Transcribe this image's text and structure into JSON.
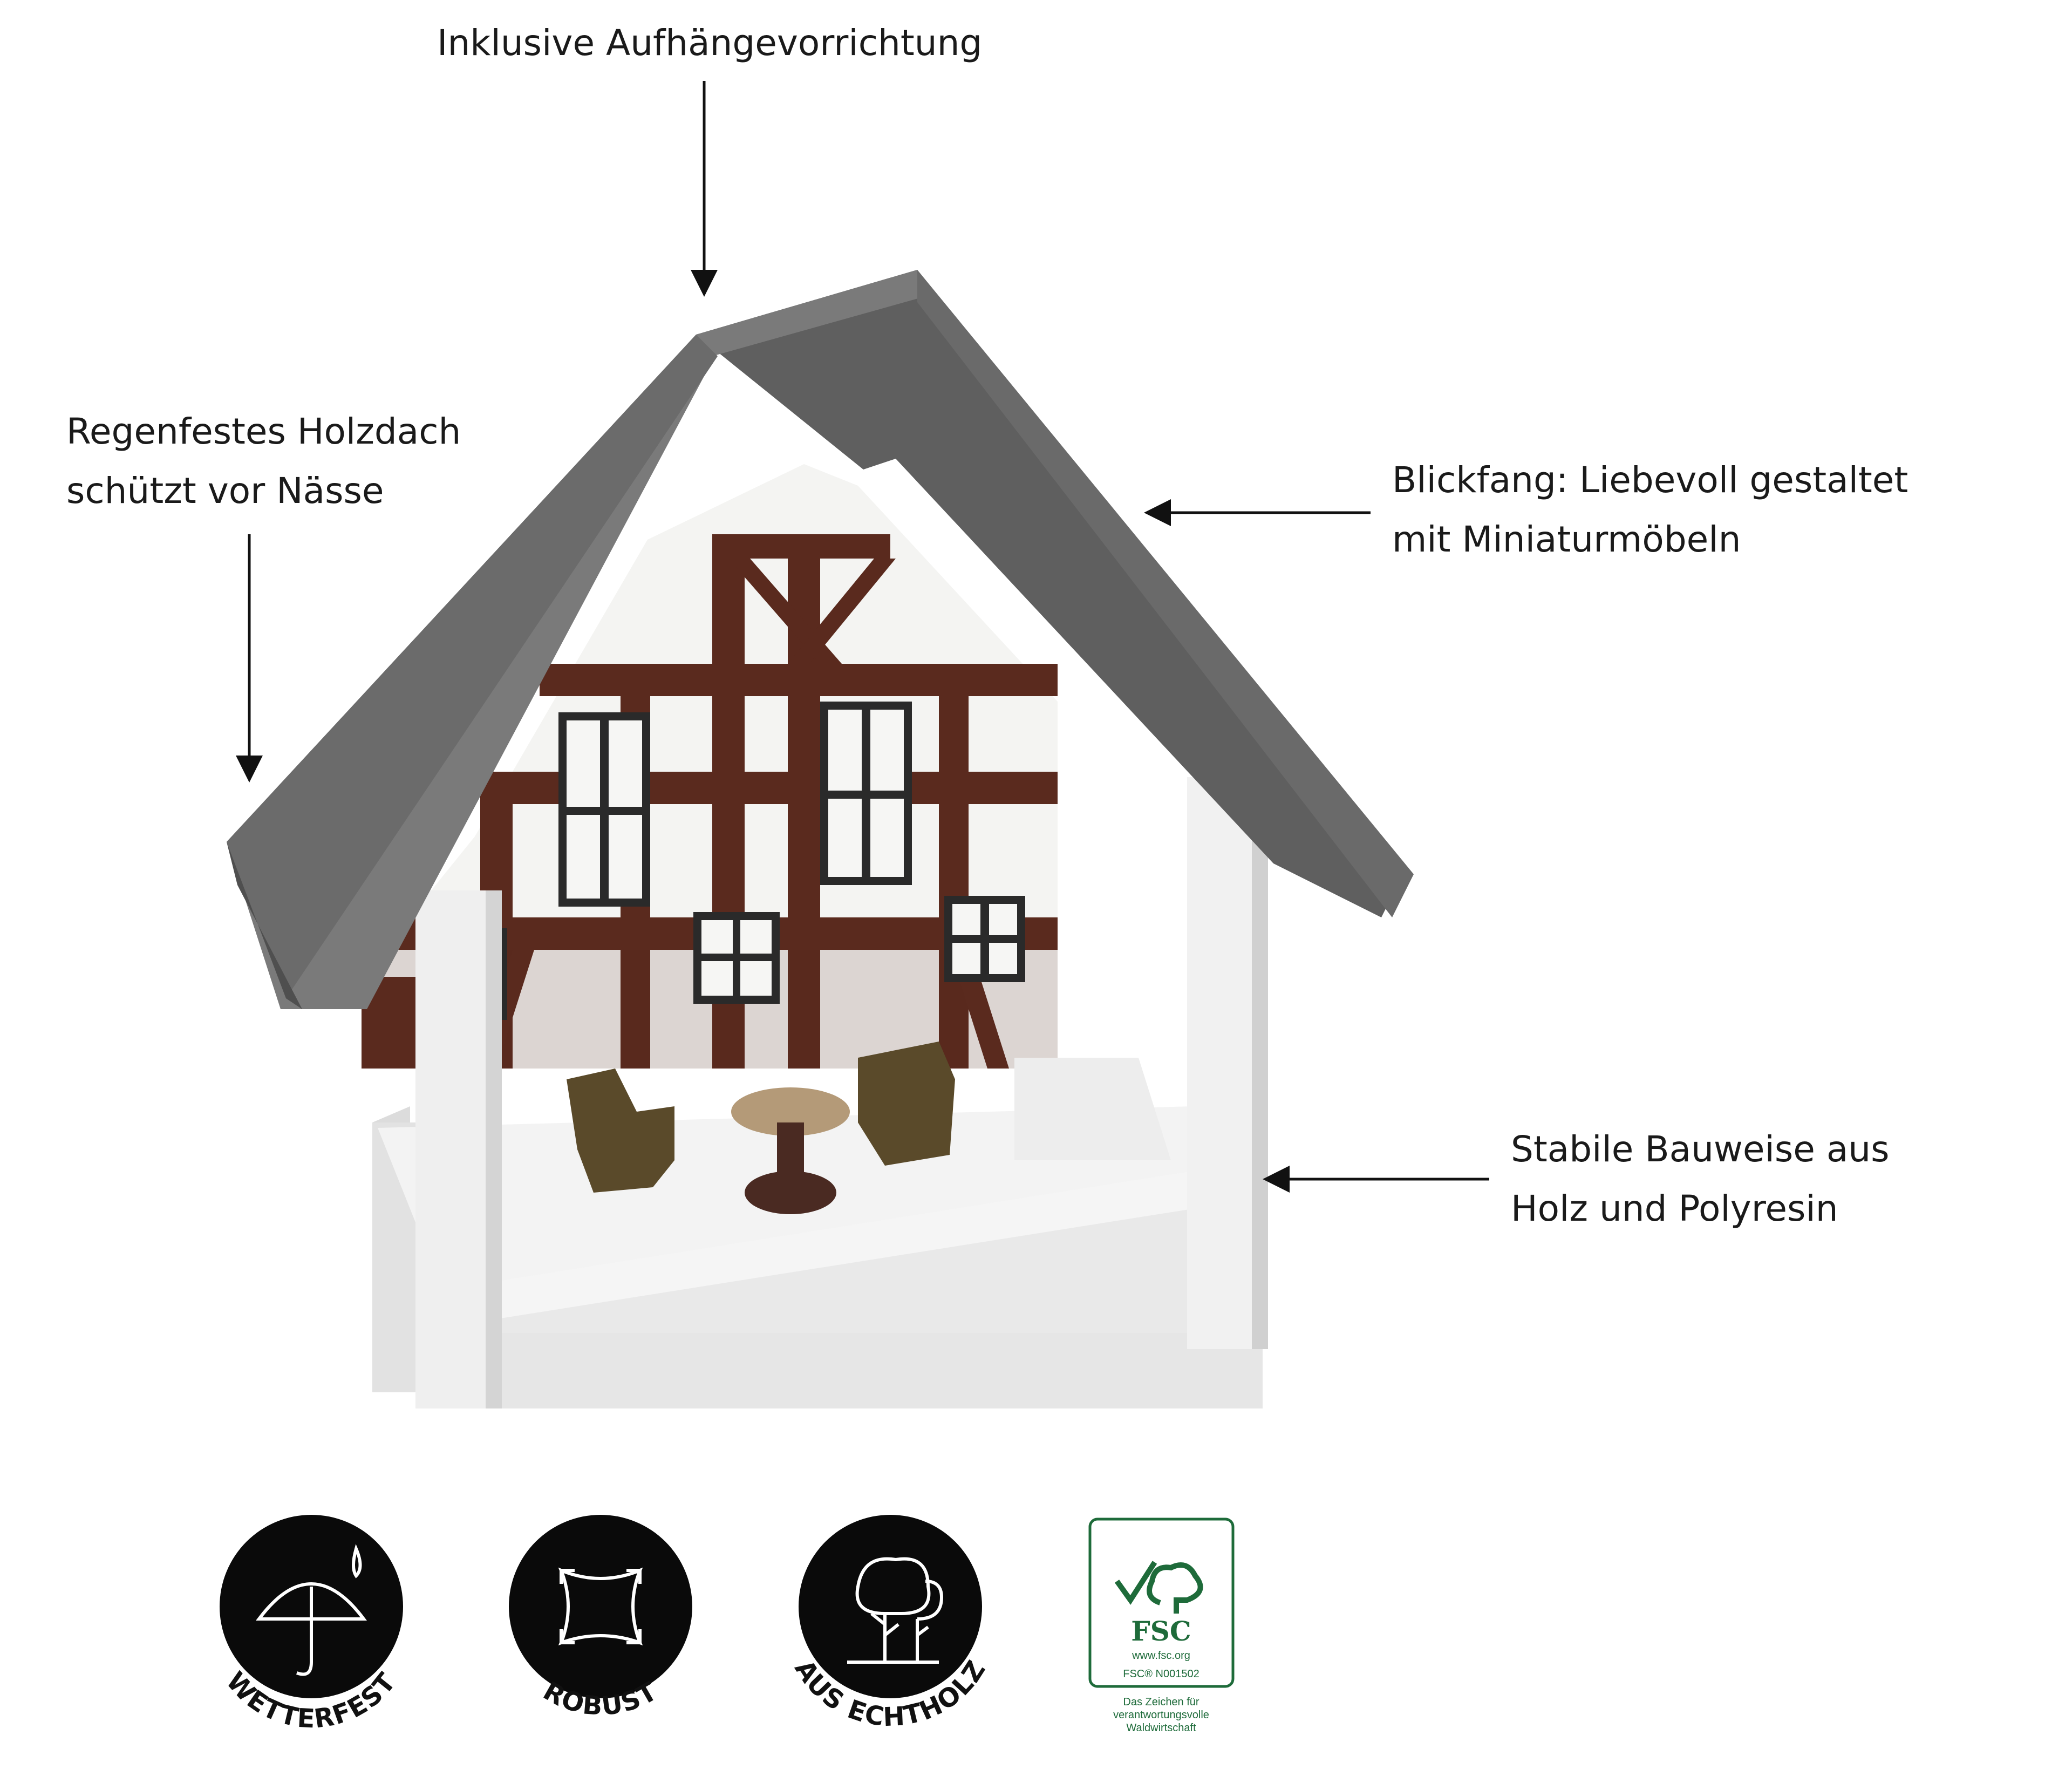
{
  "callouts": {
    "hanger": {
      "text": "Inklusive Aufhängevorrichtung"
    },
    "roof": {
      "line1": "Regenfestes Holzdach",
      "line2": "schützt vor Nässe"
    },
    "eyecatcher": {
      "line1": "Blickfang: Liebevoll gestaltet",
      "line2": "mit Miniaturmöbeln"
    },
    "construction": {
      "line1": "Stabile Bauweise aus",
      "line2": "Holz und Polyresin"
    }
  },
  "badges": [
    {
      "label": "WETTERFEST",
      "icon": "umbrella-rain-icon"
    },
    {
      "label": "ROBUST",
      "icon": "robust-arrows-icon"
    },
    {
      "label": "AUS ECHTHOLZ",
      "icon": "trees-icon"
    }
  ],
  "fsc": {
    "logo_text": "FSC",
    "website": "www.fsc.org",
    "license": "FSC® N001502",
    "tagline_line1": "Das Zeichen für",
    "tagline_line2": "verantwortungsvolle",
    "tagline_line3": "Waldwirtschaft"
  },
  "colors": {
    "roof": "#707070",
    "roof_dark": "#5b5b5b",
    "timber": "#5a2a1e",
    "frame_white": "#ececec",
    "badge_black": "#0a0a0a",
    "fsc_green": "#1e6b3a"
  }
}
